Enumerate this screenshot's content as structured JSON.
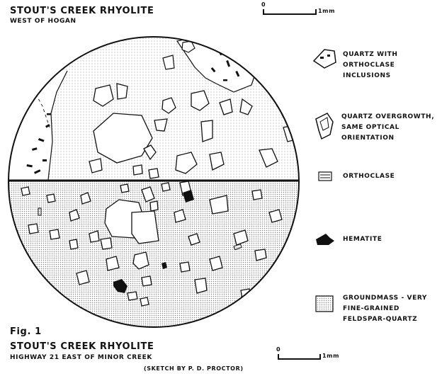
{
  "header": {
    "title": "STOUT'S CREEK RHYOLITE",
    "subtitle": "WEST OF HOGAN"
  },
  "scale_bar": {
    "zero": "0",
    "unit": "1mm"
  },
  "legend": [
    {
      "icon": "quartz-inclusions-icon",
      "lines": [
        "QUARTZ WITH",
        "ORTHOCLASE",
        "INCLUSIONS"
      ]
    },
    {
      "icon": "quartz-overgrowth-icon",
      "lines": [
        "QUARTZ OVERGROWTH,",
        "SAME OPTICAL",
        "ORIENTATION"
      ]
    },
    {
      "icon": "orthoclase-icon",
      "lines": [
        "ORTHOCLASE"
      ]
    },
    {
      "icon": "hematite-icon",
      "lines": [
        "HEMATITE"
      ]
    },
    {
      "icon": "groundmass-icon",
      "lines": [
        "GROUNDMASS - VERY",
        "FINE-GRAINED",
        "FELDSPAR-QUARTZ"
      ]
    }
  ],
  "caption": {
    "fig": "Fig. 1",
    "title": "STOUT'S CREEK RHYOLITE",
    "location": "HIGHWAY 21 EAST OF MINOR CREEK",
    "credit": "(SKETCH BY P. D. PROCTOR)"
  },
  "colors": {
    "ink": "#111111",
    "stipple": "#8a8a8a",
    "paper": "#ffffff"
  }
}
